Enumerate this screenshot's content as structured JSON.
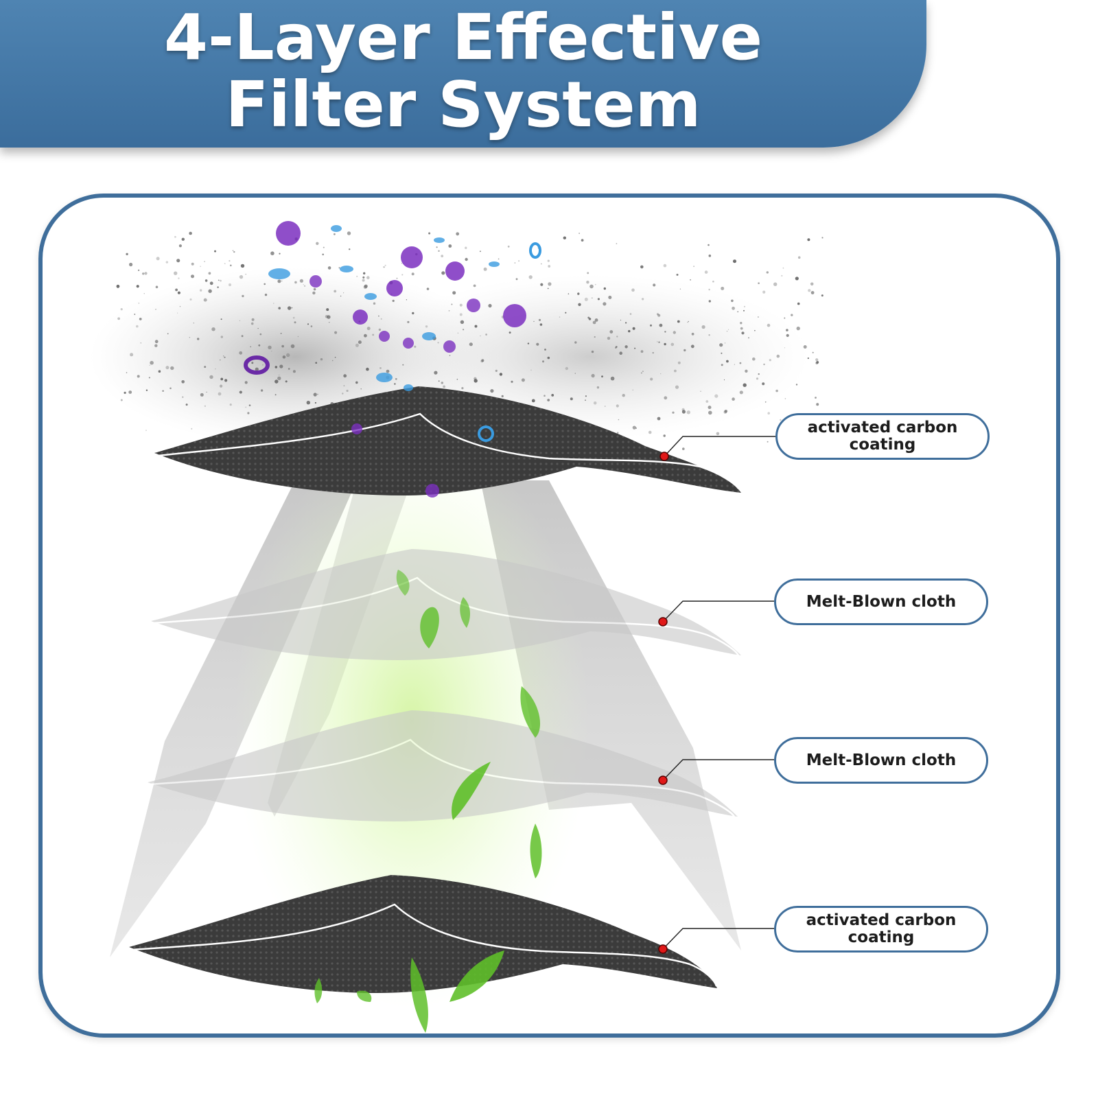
{
  "header": {
    "title_line1": "4-Layer Effective",
    "title_line2": "Filter System"
  },
  "callouts": [
    {
      "label": "activated carbon coating"
    },
    {
      "label": "Melt-Blown cloth"
    },
    {
      "label": "Melt-Blown cloth"
    },
    {
      "label": "activated carbon coating"
    }
  ],
  "colors": {
    "banner": "#3b6d9c",
    "frame_border": "#3f6e9b",
    "carbon_layer": "#3a3a3a",
    "particle_purple": "#7b2fbf",
    "particle_blue": "#3a9be0",
    "leaf_green": "#5fbf2a",
    "pointer_dot": "#e01818"
  }
}
